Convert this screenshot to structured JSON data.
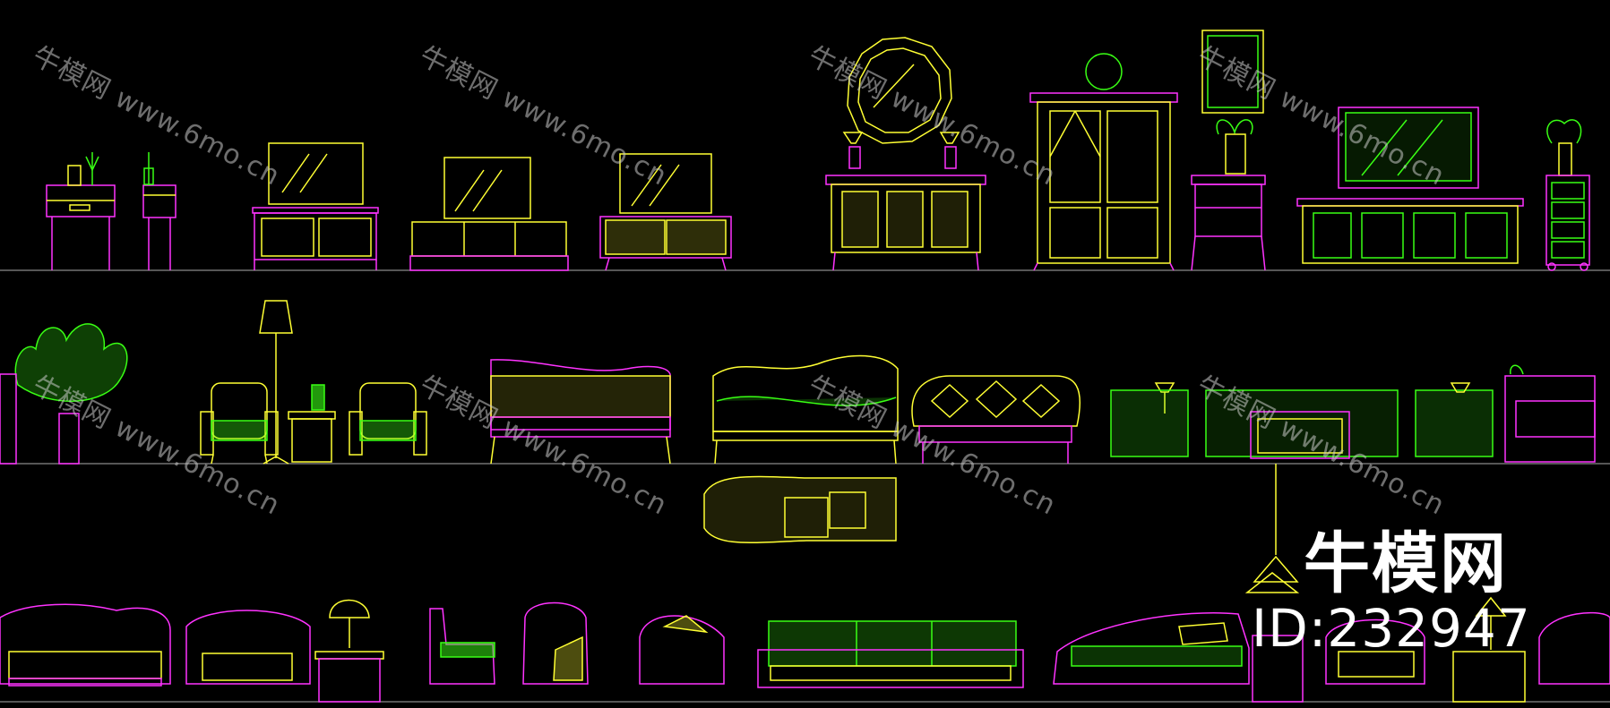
{
  "watermark": {
    "brand": "牛模网",
    "url": "www.6mo.cn"
  },
  "brand_stamp": {
    "name": "牛模网",
    "id_text": "ID:232947"
  },
  "colors": {
    "background": "#000000",
    "green": "#39ff14",
    "yellow": "#ffff33",
    "magenta": "#ff33ff",
    "baseline": "#8a8a8a"
  }
}
